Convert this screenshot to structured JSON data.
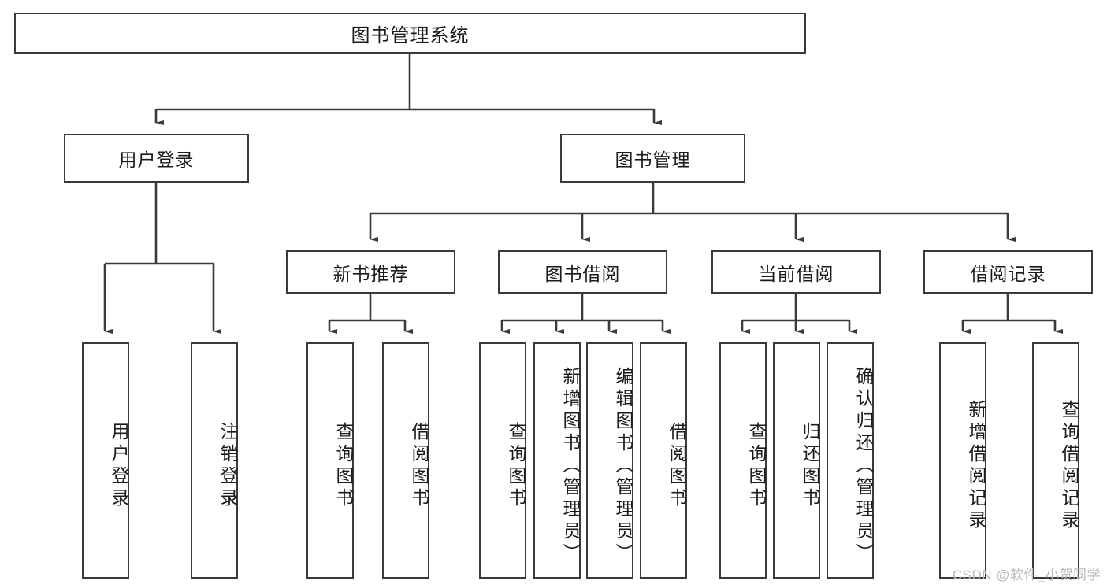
{
  "diagram": {
    "type": "tree-hierarchy",
    "title": "图书管理系统",
    "watermark": "CSDN @软件_小贺同学",
    "colors": {
      "stroke": "#3a3a3a",
      "text": "#1b1b1b",
      "background": "#ffffff",
      "watermark": "#b9b9b9"
    },
    "root": {
      "label": "图书管理系统"
    },
    "level1": [
      {
        "label": "用户登录"
      },
      {
        "label": "图书管理"
      }
    ],
    "level2": [
      {
        "label": "新书推荐"
      },
      {
        "label": "图书借阅"
      },
      {
        "label": "当前借阅"
      },
      {
        "label": "借阅记录"
      }
    ],
    "leaves": {
      "user_login": [
        {
          "label": "用户登录"
        },
        {
          "label": "注销登录"
        }
      ],
      "new_book": [
        {
          "label": "查询图书"
        },
        {
          "label": "借阅图书"
        }
      ],
      "borrow_book": [
        {
          "label": "查询图书"
        },
        {
          "label": "新增图书（管理员）"
        },
        {
          "label": "编辑图书（管理员）"
        },
        {
          "label": "借阅图书"
        }
      ],
      "current_borrow": [
        {
          "label": "查询图书"
        },
        {
          "label": "归还图书"
        },
        {
          "label": "确认归还（管理员）"
        }
      ],
      "borrow_record": [
        {
          "label": "新增借阅记录"
        },
        {
          "label": "查询借阅记录"
        }
      ]
    }
  }
}
